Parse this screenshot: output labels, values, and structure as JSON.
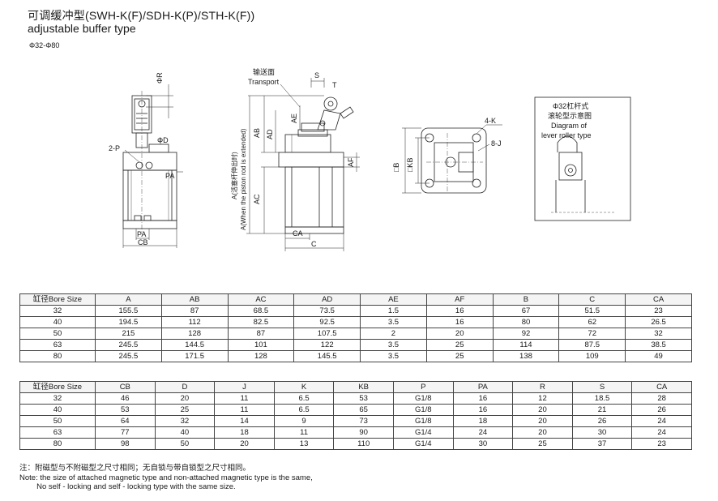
{
  "header": {
    "title_cn": "可调缓冲型(SWH-K(F)/SDH-K(P)/STH-K(F))",
    "title_en": "adjustable buffer type",
    "range": "Φ32-Φ80"
  },
  "drawing_labels": {
    "phi_r": "ΦR",
    "two_p": "2-P",
    "phi_d": "ΦD",
    "pa": "PA",
    "pa_bottom": "PA",
    "cb": "CB",
    "transport_cn": "输送面",
    "transport_en": "Transport",
    "s": "S",
    "t": "T",
    "ab": "AB",
    "ad": "AD",
    "ae": "AE",
    "af": "AF",
    "ac": "AC",
    "a_cn": "A(活塞杆伸出时)",
    "a_en": "A(When the piston rod is extended)",
    "ca": "CA",
    "c": "C",
    "four_k": "4-K",
    "eight_j": "8-J",
    "b": "□B",
    "kb": "□KB",
    "lever_line1": "Φ32杠杆式",
    "lever_line2": "滚轮型示意图",
    "lever_line3": "Diagram of",
    "lever_line4": "lever roller type"
  },
  "table1": {
    "headers": [
      "缸径Bore Size",
      "A",
      "AB",
      "AC",
      "AD",
      "AE",
      "AF",
      "B",
      "C",
      "CA"
    ],
    "rows": [
      [
        "32",
        "155.5",
        "87",
        "68.5",
        "73.5",
        "1.5",
        "16",
        "67",
        "51.5",
        "23"
      ],
      [
        "40",
        "194.5",
        "112",
        "82.5",
        "92.5",
        "3.5",
        "16",
        "80",
        "62",
        "26.5"
      ],
      [
        "50",
        "215",
        "128",
        "87",
        "107.5",
        "2",
        "20",
        "92",
        "72",
        "32"
      ],
      [
        "63",
        "245.5",
        "144.5",
        "101",
        "122",
        "3.5",
        "25",
        "114",
        "87.5",
        "38.5"
      ],
      [
        "80",
        "245.5",
        "171.5",
        "128",
        "145.5",
        "3.5",
        "25",
        "138",
        "109",
        "49"
      ]
    ]
  },
  "table2": {
    "headers": [
      "缸径Bore Size",
      "CB",
      "D",
      "J",
      "K",
      "KB",
      "P",
      "PA",
      "R",
      "S",
      "CA"
    ],
    "rows": [
      [
        "32",
        "46",
        "20",
        "11",
        "6.5",
        "53",
        "G1/8",
        "16",
        "12",
        "18.5",
        "28"
      ],
      [
        "40",
        "53",
        "25",
        "11",
        "6.5",
        "65",
        "G1/8",
        "16",
        "20",
        "21",
        "26"
      ],
      [
        "50",
        "64",
        "32",
        "14",
        "9",
        "73",
        "G1/8",
        "18",
        "20",
        "26",
        "24"
      ],
      [
        "63",
        "77",
        "40",
        "18",
        "11",
        "90",
        "G1/4",
        "24",
        "20",
        "30",
        "24"
      ],
      [
        "80",
        "98",
        "50",
        "20",
        "13",
        "110",
        "G1/4",
        "30",
        "25",
        "37",
        "23"
      ]
    ]
  },
  "notes": {
    "line1": "注：附磁型与不附磁型之尺寸相同；无自锁与带自锁型之尺寸相同。",
    "line2": "Note: the size of attached magnetic type and non-attached magnetic type is the same,",
    "line3": "        No self - locking and self - locking type with the same size."
  }
}
